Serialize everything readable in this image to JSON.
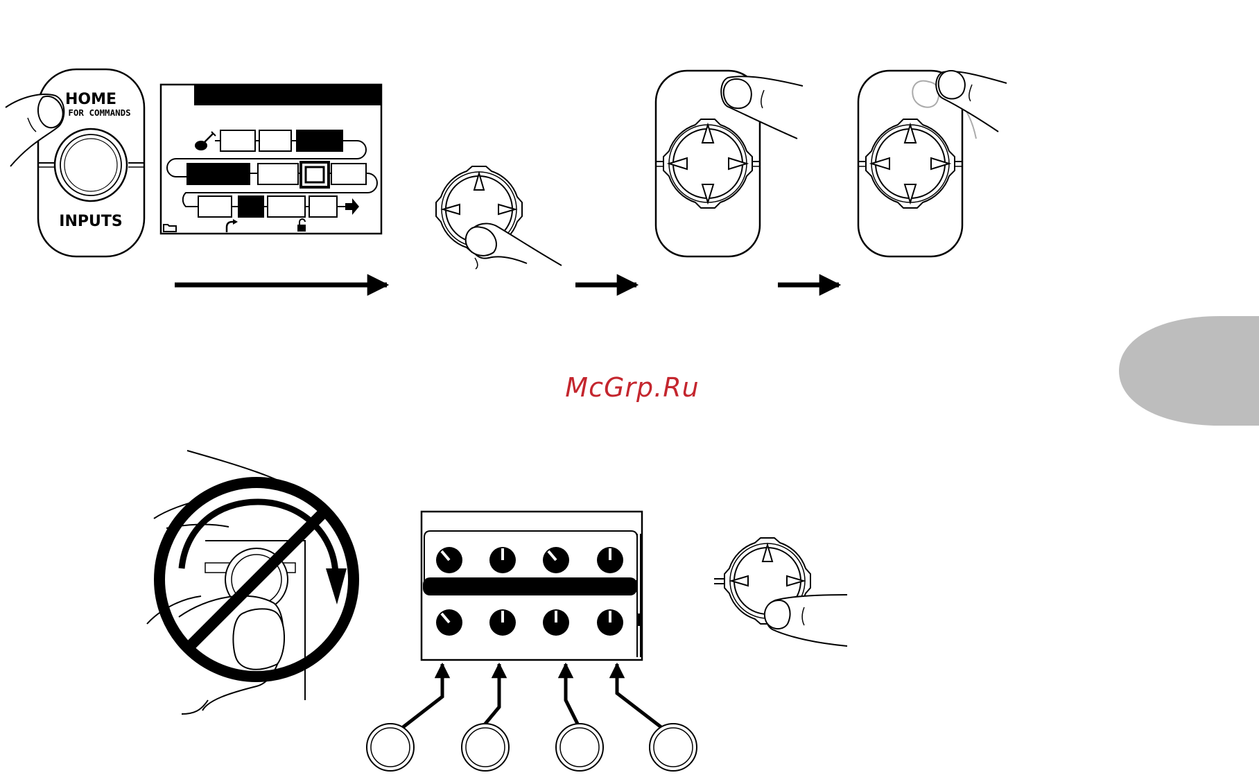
{
  "home_button": {
    "title": "HOME",
    "subtitle": "D FOR COMMANDS",
    "bottom_label": "INPUTS"
  },
  "watermark": {
    "text": "McGrp.Ru"
  },
  "colors": {
    "ink": "#000000",
    "watermark": "#c4262e",
    "tab": "#bdbdbd",
    "ghost_finger": "#aaaaaa"
  },
  "knobs": {
    "top_row_levels": [
      0.35,
      0.5,
      0.35,
      0.5
    ],
    "bottom_row_levels": [
      0.35,
      0.5,
      0.5,
      0.5
    ]
  },
  "icons": [
    "guitar-icon",
    "folder-icon",
    "arrow-turn-icon",
    "lock-icon",
    "right-arrow-icon",
    "prohibited-icon"
  ]
}
